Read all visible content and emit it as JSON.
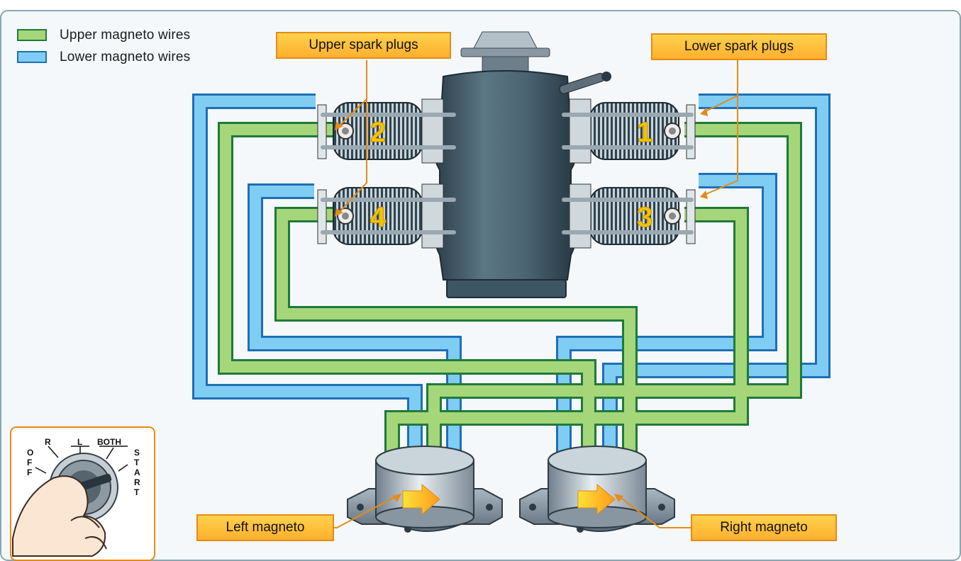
{
  "legend": {
    "upper": {
      "label": "Upper magneto wires",
      "color": "#a5d67a",
      "border": "#1f7a3a"
    },
    "lower": {
      "label": "Lower magneto wires",
      "color": "#7fcdf3",
      "border": "#1f6fb5"
    }
  },
  "callouts": {
    "upper_plugs": "Upper spark plugs",
    "lower_plugs": "Lower spark plugs",
    "left_magneto": "Left magneto",
    "right_magneto": "Right magneto"
  },
  "cylinders": [
    "1",
    "2",
    "3",
    "4"
  ],
  "ignition_switch": {
    "positions": [
      "OFF",
      "R",
      "L",
      "BOTH",
      "START"
    ]
  },
  "colors": {
    "callout_fill": "#ffc23a",
    "callout_border": "#e58b17",
    "engine_body": "#3e5866",
    "background": "#f4f8fb",
    "frame": "#8aa7b2"
  }
}
